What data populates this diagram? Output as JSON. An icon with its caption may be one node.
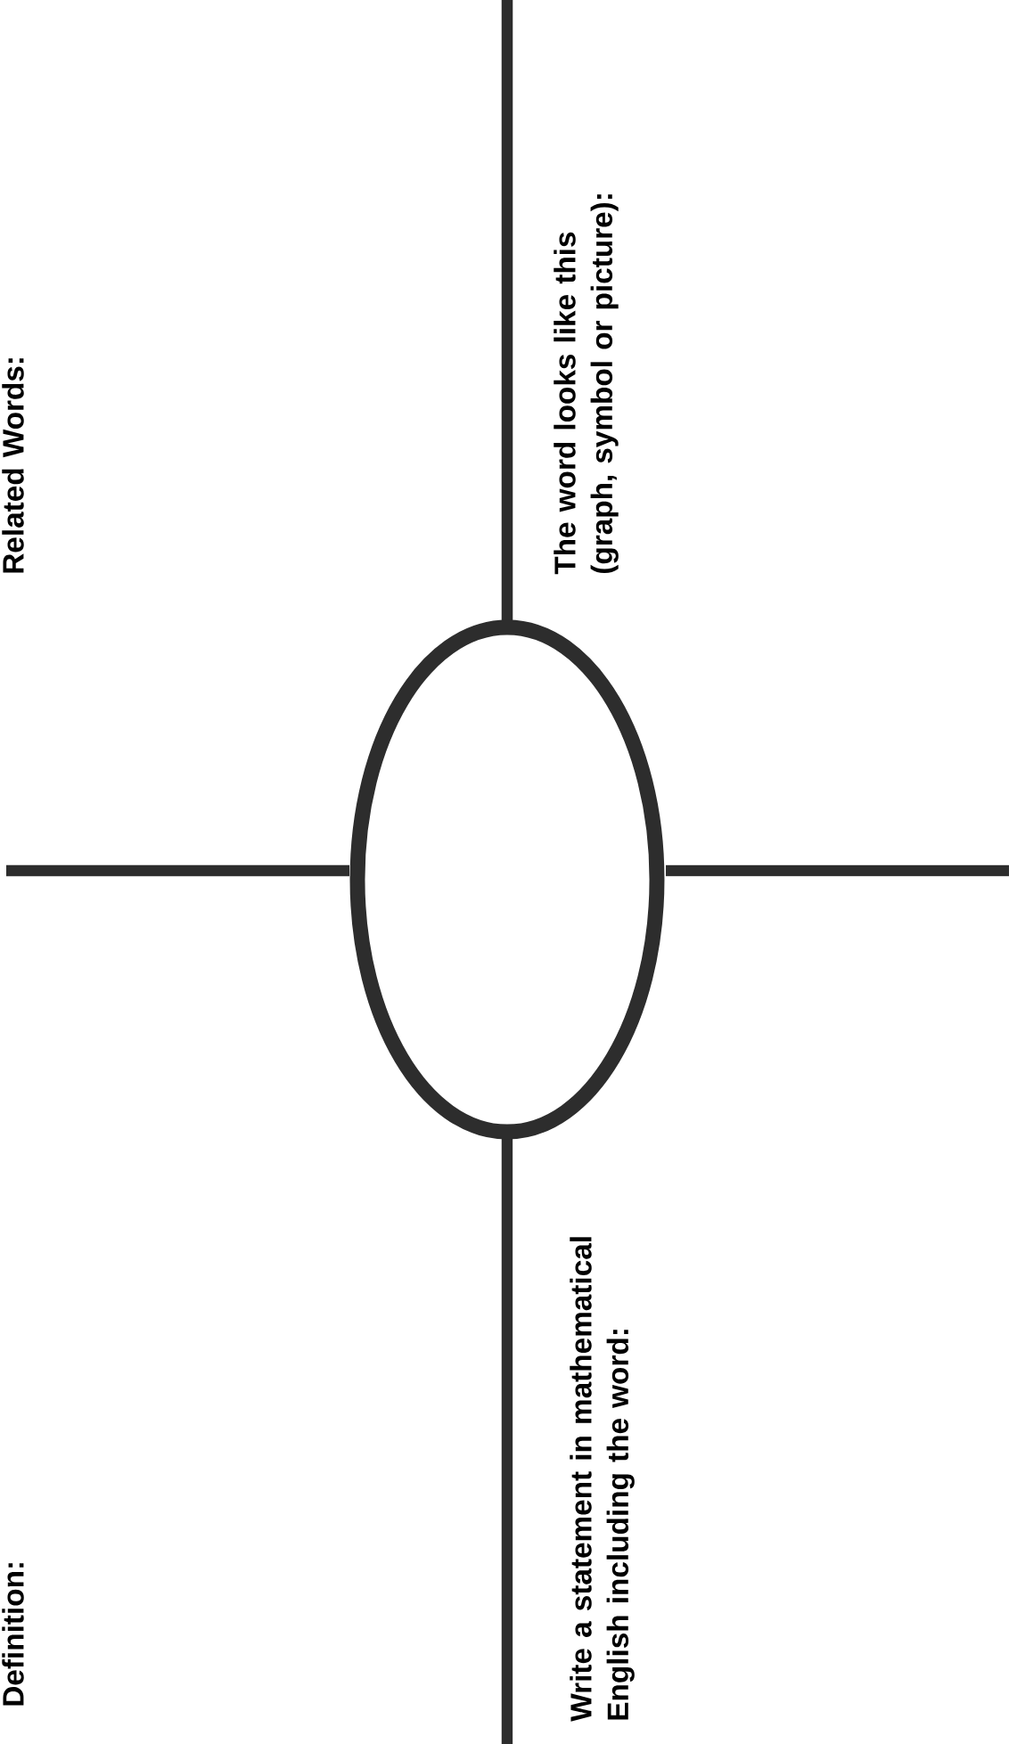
{
  "diagram": {
    "nodes": [
      {
        "text": [],
        "shape": "circle"
      }
    ],
    "labels": [
      "Related Words:",
      "The word looks like this (graph, symbol or picture):",
      "Definition:",
      "Write a statement in mathematical English including the word:"
    ]
  }
}
